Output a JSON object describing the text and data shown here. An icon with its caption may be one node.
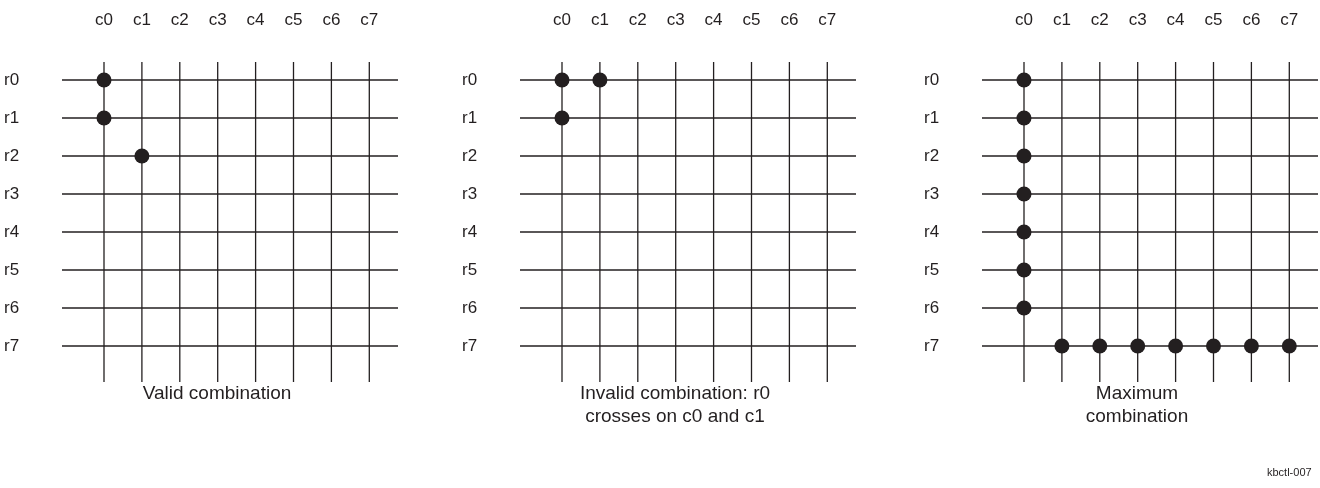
{
  "diagram": {
    "labels": [
      "c0",
      "c1",
      "c2",
      "c3",
      "c4",
      "c5",
      "c6",
      "c7",
      "r0",
      "r1",
      "r2",
      "r3",
      "r4",
      "r5",
      "r6",
      "r7",
      "Valid combination",
      "c0",
      "c1",
      "c2",
      "c3",
      "c4",
      "c5",
      "c6",
      "c7",
      "r0",
      "r1",
      "r2",
      "r3",
      "r4",
      "r5",
      "r6",
      "r7",
      "Invalid combination: r0 crosses on c0 and c1",
      "c0",
      "c1",
      "c2",
      "c3",
      "c4",
      "c5",
      "c6",
      "c7",
      "r0",
      "r1",
      "r2",
      "r3",
      "r4",
      "r5",
      "r6",
      "r7",
      "Maximum combination",
      "kbctl-007"
    ]
  }
}
